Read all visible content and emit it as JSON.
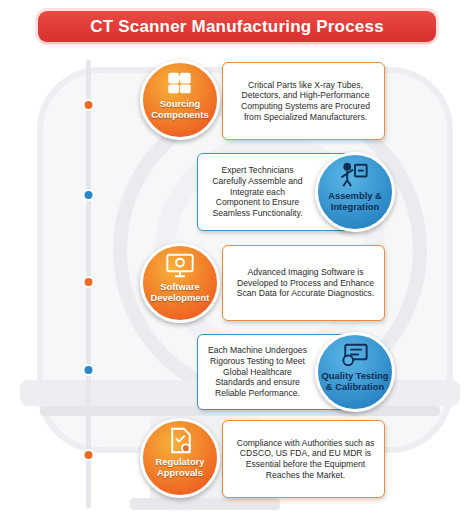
{
  "diagram": {
    "title": "CT Scanner Manufacturing Process",
    "nodes": [
      {
        "text": [
          "Sourcing Components"
        ]
      },
      {
        "text": [
          "Critical Parts like X-ray Tubes, Detectors, and High-Performance Computing Systems are Procured from Specialized Manufacturers."
        ]
      },
      {
        "text": [
          "Expert Technicians Carefully Assemble and Integrate each Component to Ensure Seamless Functionality."
        ]
      },
      {
        "text": [
          "Assembly & Integration"
        ]
      },
      {
        "text": [
          "Software Development"
        ]
      },
      {
        "text": [
          "Advanced Imaging Software is Developed to Process and Enhance Scan Data for Accurate Diagnostics."
        ]
      },
      {
        "text": [
          "Each Machine Undergoes Rigorous Testing to Meet Global Healthcare Standards and ensure Reliable Performance."
        ]
      },
      {
        "text": [
          "Quality Testing & Calibration"
        ]
      },
      {
        "text": [
          "Regulatory Approvals"
        ]
      },
      {
        "text": [
          "Compliance with Authorities such as CDSCO, US FDA, and EU MDR is Essential before the Equipment Reaches the Market."
        ]
      }
    ]
  }
}
